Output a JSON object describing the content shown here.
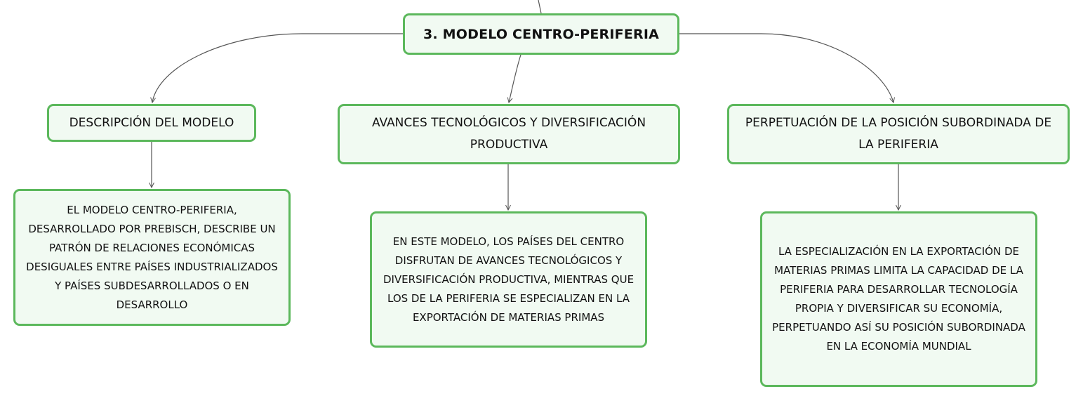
{
  "diagram": {
    "title": "3. MODELO CENTRO-PERIFERIA",
    "branches": [
      {
        "topic": "DESCRIPCIÓN DEL MODELO",
        "detail": "EL MODELO CENTRO-PERIFERIA, DESARROLLADO POR PREBISCH, DESCRIBE UN PATRÓN DE RELACIONES ECONÓMICAS DESIGUALES ENTRE PAÍSES INDUSTRIALIZADOS Y PAÍSES SUBDESARROLLADOS O EN DESARROLLO"
      },
      {
        "topic": "AVANCES TECNOLÓGICOS Y DIVERSIFICACIÓN PRODUCTIVA",
        "detail": "EN ESTE MODELO, LOS PAÍSES DEL CENTRO DISFRUTAN DE AVANCES TECNOLÓGICOS Y DIVERSIFICACIÓN PRODUCTIVA, MIENTRAS QUE LOS DE LA PERIFERIA SE ESPECIALIZAN EN LA EXPORTACIÓN DE MATERIAS PRIMAS"
      },
      {
        "topic": "PERPETUACIÓN DE LA POSICIÓN SUBORDINADA DE LA PERIFERIA",
        "detail": "LA ESPECIALIZACIÓN EN LA EXPORTACIÓN DE MATERIAS PRIMAS LIMITA LA CAPACIDAD DE LA PERIFERIA PARA DESARROLLAR TECNOLOGÍA PROPIA Y DIVERSIFICAR SU ECONOMÍA, PERPETUANDO ASÍ SU POSICIÓN SUBORDINADA EN LA ECONOMÍA MUNDIAL"
      }
    ],
    "colors": {
      "node_border": "#5cb85c",
      "node_fill": "#f1faf2",
      "connector": "#555555"
    }
  }
}
